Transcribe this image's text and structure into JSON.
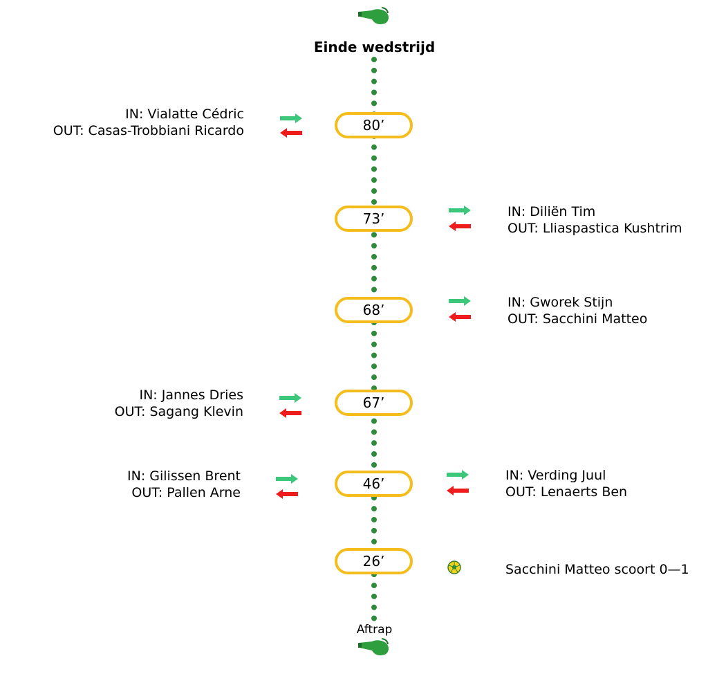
{
  "header": {
    "title": "Einde wedstrijd"
  },
  "footer": {
    "label": "Aftrap"
  },
  "colors": {
    "timeline": "#2e8b3a",
    "minute_border": "#f5bd1c",
    "in_arrow": "#3cc77a",
    "out_arrow": "#ee1c1c",
    "whistle": "#2e9e3e"
  },
  "events": [
    {
      "minute": "80’",
      "side": "left",
      "type": "substitution",
      "in": "IN: Vialatte Cédric",
      "out": "OUT: Casas-Trobbiani Ricardo"
    },
    {
      "minute": "73’",
      "side": "right",
      "type": "substitution",
      "in": "IN: Diliën Tim",
      "out": "OUT: Lliaspastica Kushtrim"
    },
    {
      "minute": "68’",
      "side": "right",
      "type": "substitution",
      "in": "IN: Gworek Stijn",
      "out": "OUT: Sacchini Matteo"
    },
    {
      "minute": "67’",
      "side": "left",
      "type": "substitution",
      "in": "IN: Jannes Dries",
      "out": "OUT: Sagang Klevin"
    },
    {
      "minute": "46’",
      "side": "both",
      "type": "substitution",
      "left": {
        "in": "IN: Gilissen Brent",
        "out": "OUT: Pallen Arne"
      },
      "right": {
        "in": "IN: Verding Juul",
        "out": "OUT: Lenaerts Ben"
      }
    },
    {
      "minute": "26’",
      "side": "right",
      "type": "goal",
      "text": "Sacchini Matteo scoort 0—1"
    }
  ]
}
